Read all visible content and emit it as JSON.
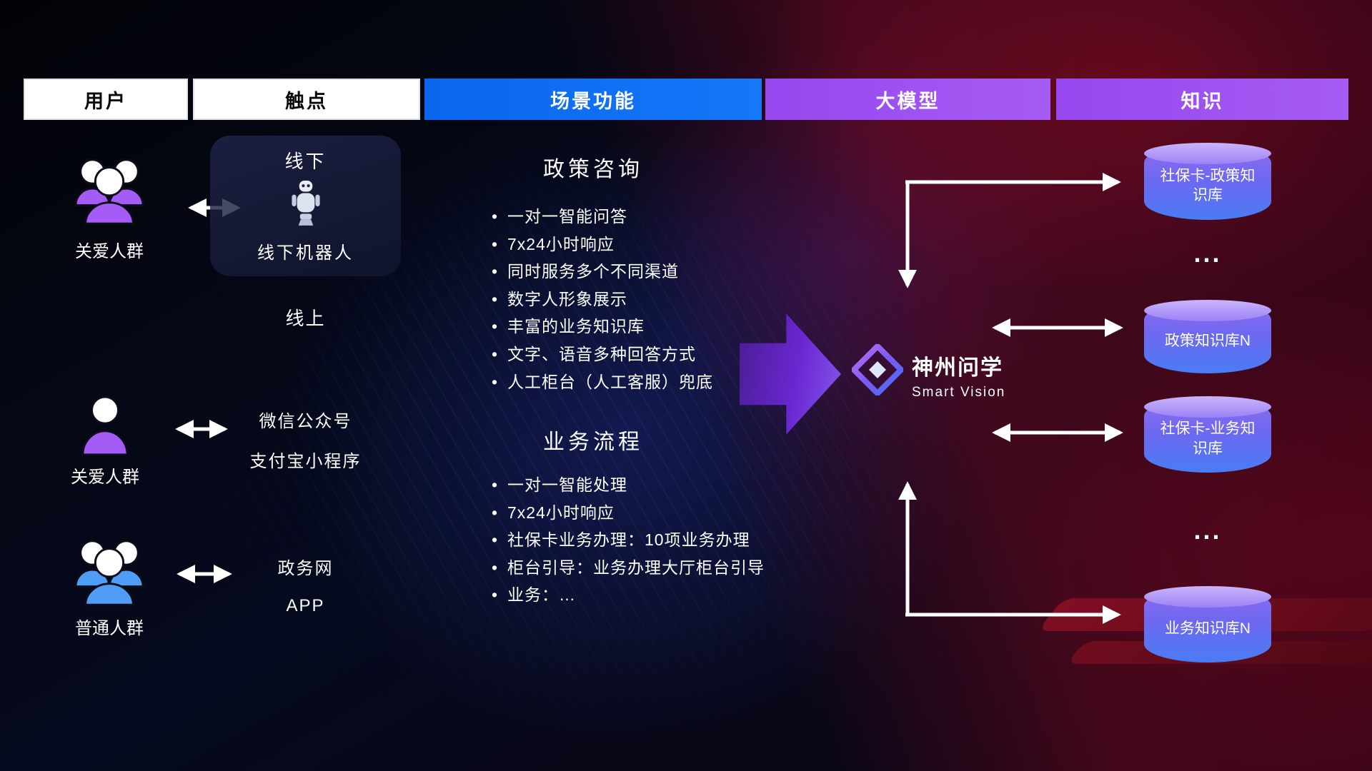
{
  "headers": [
    {
      "label": "用户",
      "variant": "white"
    },
    {
      "label": "触点",
      "variant": "white"
    },
    {
      "label": "场景功能",
      "variant": "blue"
    },
    {
      "label": "大模型",
      "variant": "purple"
    },
    {
      "label": "知识",
      "variant": "purple"
    }
  ],
  "users": [
    {
      "label": "关爱人群",
      "icon": "group-people-purple-icon"
    },
    {
      "label": "关爱人群",
      "icon": "single-person-purple-icon"
    },
    {
      "label": "普通人群",
      "icon": "group-people-blue-icon"
    }
  ],
  "touchpoints": {
    "offline_title": "线下",
    "offline_robot_label": "线下机器人",
    "online_title": "线上",
    "online_items": [
      "微信公众号",
      "支付宝小程序",
      "政务网",
      "APP"
    ]
  },
  "scenarios": [
    {
      "title": "政策咨询",
      "items": [
        "一对一智能问答",
        "7x24小时响应",
        "同时服务多个不同渠道",
        "数字人形象展示",
        "丰富的业务知识库",
        "文字、语音多种回答方式",
        "人工柜台（人工客服）兜底"
      ]
    },
    {
      "title": "业务流程",
      "items": [
        "一对一智能处理",
        "7x24小时响应",
        "社保卡业务办理：10项业务办理",
        "柜台引导：业务办理大厅柜台引导",
        "业务：…"
      ]
    }
  ],
  "model": {
    "name": "神州问学",
    "subtitle": "Smart Vision"
  },
  "knowledge": {
    "cylinders": [
      "社保卡-政策知识库",
      "政策知识库N",
      "社保卡-业务知识库",
      "业务知识库N"
    ],
    "ellipsis": "..."
  },
  "colors": {
    "header_blue": "#0d6ef5",
    "header_purple": "#9d4ff0",
    "icon_purple": "#a55bf5",
    "icon_blue": "#4f9df7",
    "cylinder_top": "#cab5fb",
    "cylinder_bottom": "#4a7cf4",
    "arrow_purple": "#6d28d9",
    "connector_white": "#ffffff"
  }
}
